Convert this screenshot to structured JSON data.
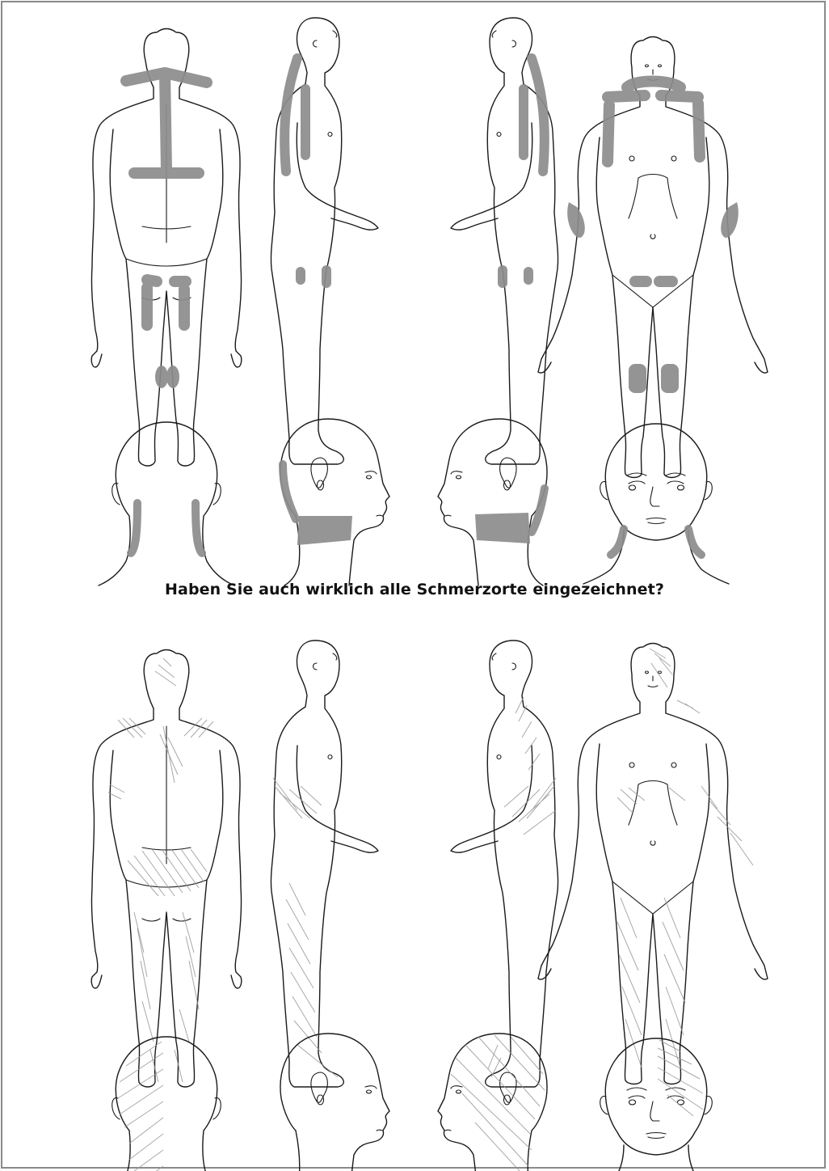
{
  "question": "Haben Sie auch wirklich alle Schmerzorte eingezeichnet?",
  "colors": {
    "outline": "#1a1a1a",
    "pain_marking": "#8c8c8c",
    "pain_hatching": "#9a9a9a",
    "frame": "#8a8a8a",
    "background": "#ffffff"
  },
  "panels": [
    {
      "section": "top",
      "views": [
        "body-back",
        "body-left-profile",
        "body-right-profile",
        "body-front"
      ],
      "marking": "thick-stroke"
    },
    {
      "section": "top-heads",
      "views": [
        "head-back",
        "head-left-profile",
        "head-right-profile",
        "head-front"
      ],
      "marking": "thick-stroke"
    },
    {
      "section": "bottom",
      "views": [
        "body-back",
        "body-left-profile",
        "body-right-profile",
        "body-front"
      ],
      "marking": "hatching"
    },
    {
      "section": "bottom-heads",
      "views": [
        "head-back",
        "head-left-profile",
        "head-right-profile",
        "head-front"
      ],
      "marking": "hatching"
    }
  ]
}
